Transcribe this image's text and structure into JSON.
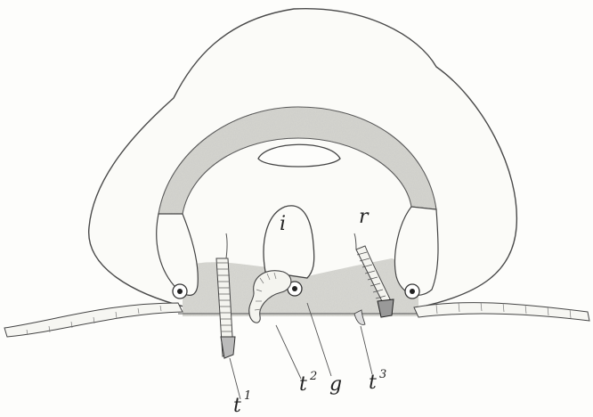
{
  "figure": {
    "labels": {
      "i": "i",
      "r": "r",
      "t1": "t",
      "t1_sup": "1",
      "t2": "t",
      "t2_sup": "2",
      "g": "g",
      "t3": "t",
      "t3_sup": "3"
    },
    "colors": {
      "ink": "#3a3a3a",
      "stipple": "#c9c9c4",
      "paper": "#fdfdfb"
    }
  }
}
